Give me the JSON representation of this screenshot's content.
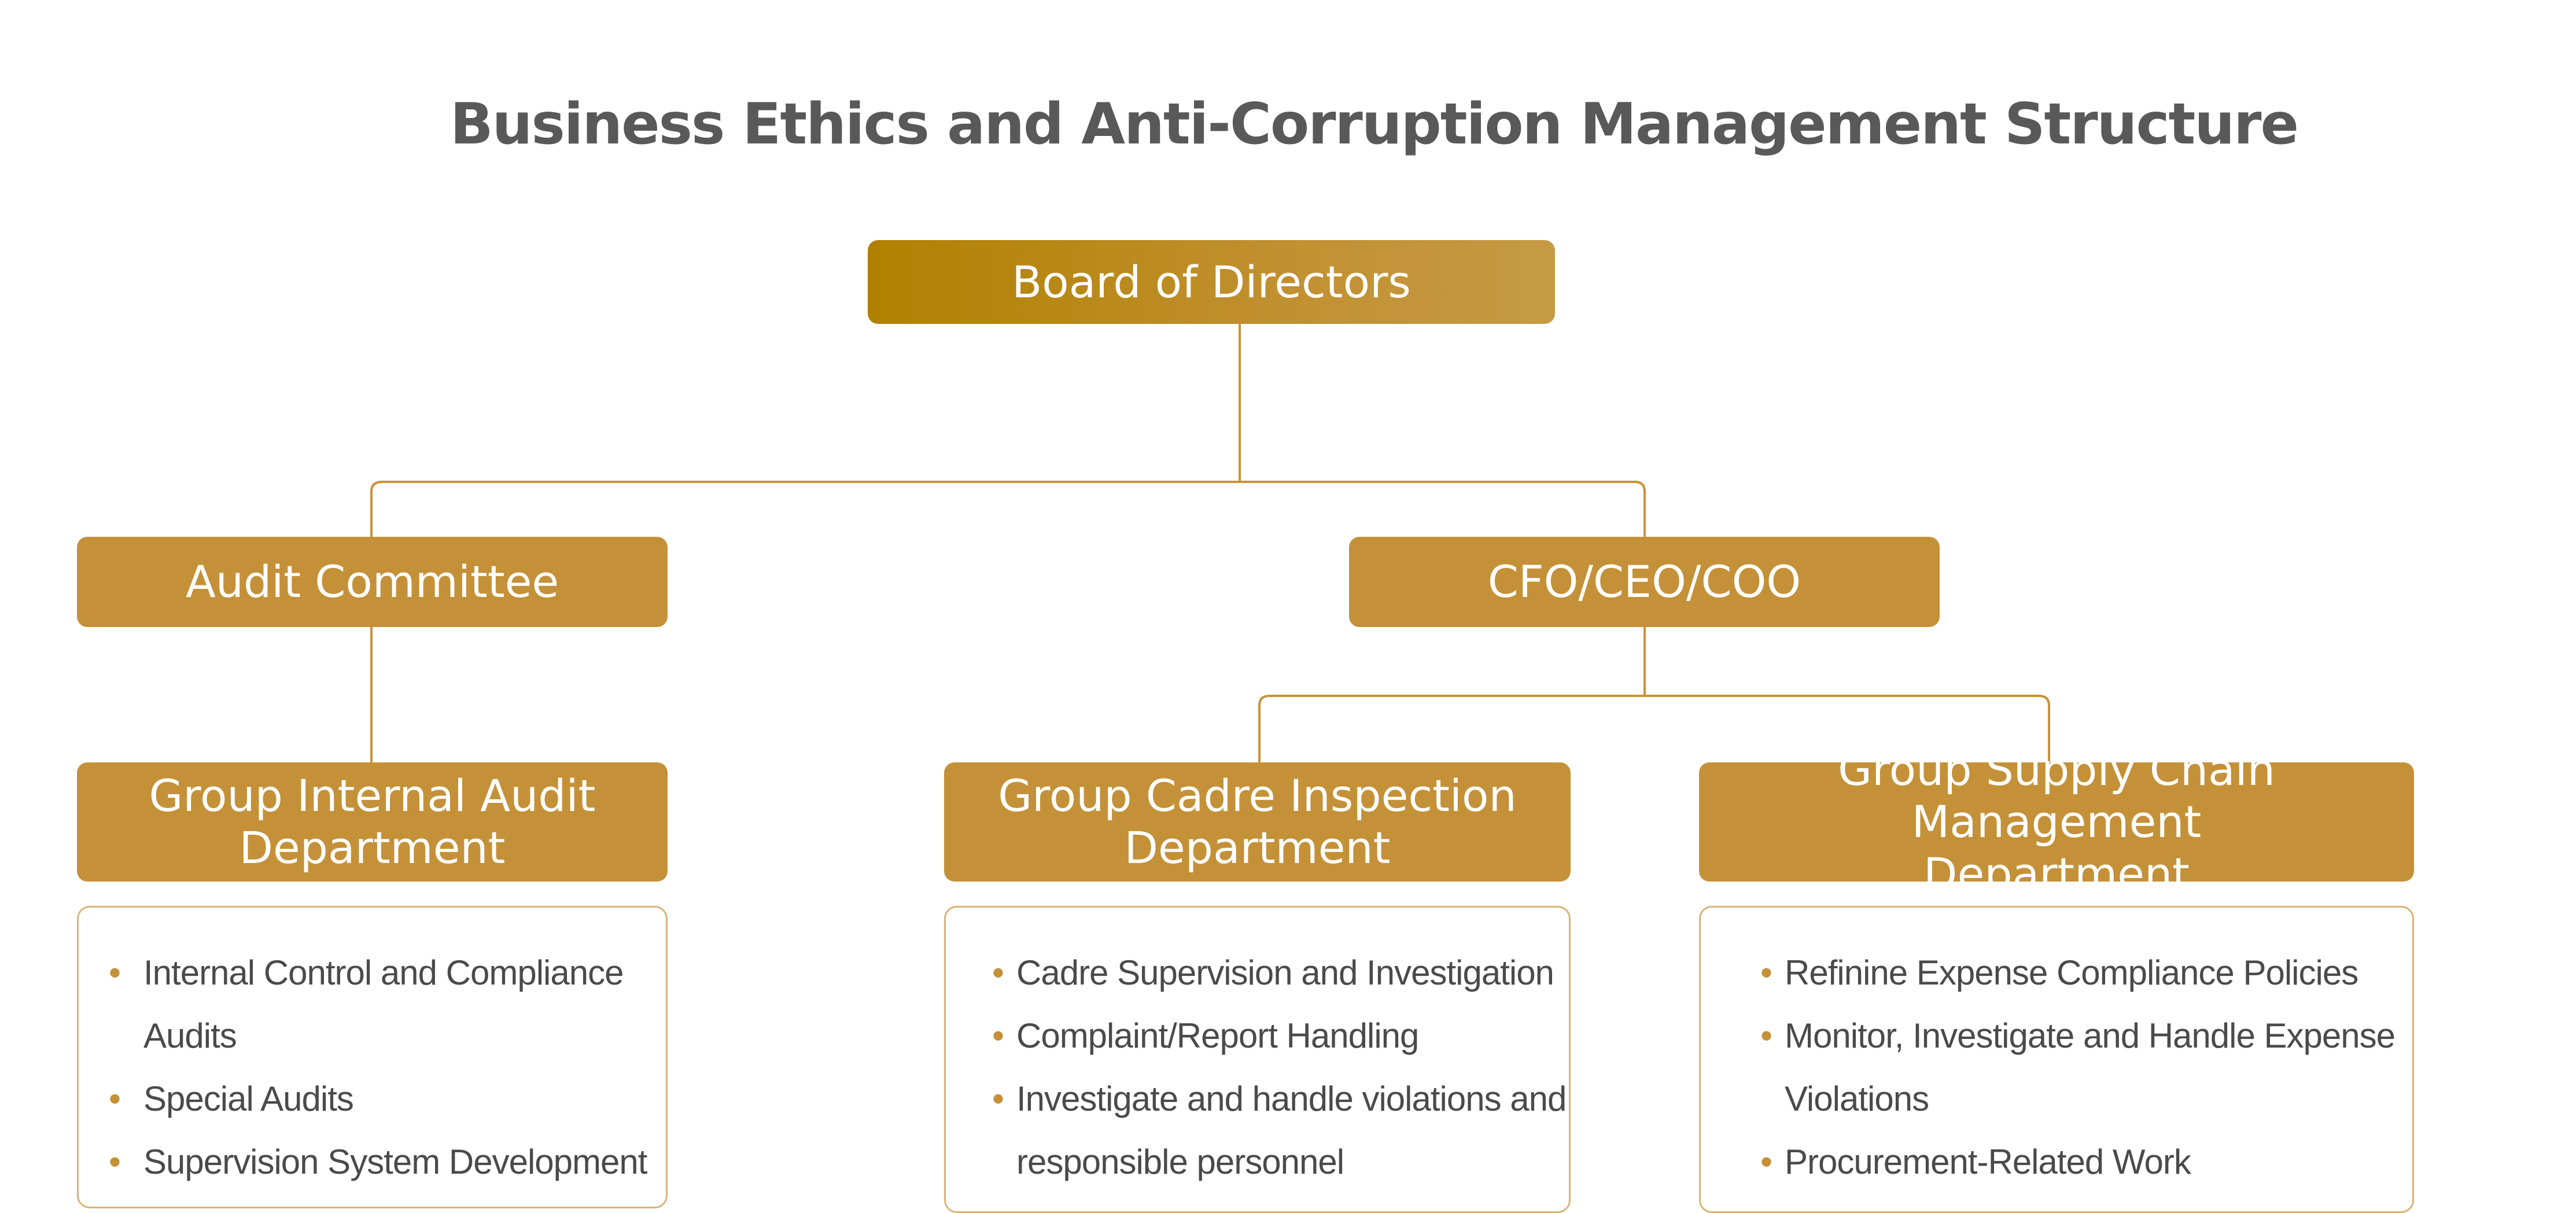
{
  "title": "Business Ethics and Anti-Corruption Management Structure",
  "nodes": {
    "board": "Board of Directors",
    "audit_committee": "Audit Committee",
    "executives": "CFO/CEO/COO",
    "internal_audit": "Group Internal Audit\nDepartment",
    "cadre_inspection": "Group Cadre Inspection\nDepartment",
    "supply_chain": "Group Supply Chain Management\nDepartment"
  },
  "duties": {
    "internal_audit": [
      "Internal Control and Compliance Audits",
      "Special Audits",
      "Supervision System Development"
    ],
    "cadre_inspection": [
      "Cadre Supervision and Investigation",
      "Complaint/Report Handling",
      "Investigate and handle violations and",
      "responsible personnel"
    ],
    "supply_chain": [
      "Refinine Expense Compliance Policies",
      "Monitor, Investigate and Handle Expense",
      "Violations",
      "Procurement-Related Work"
    ]
  },
  "colors": {
    "accent": "#c49138",
    "board_start": "#b08100",
    "line": "#c9923a",
    "title": "#595959",
    "text": "#4a4a4a"
  },
  "bullet_symbol": "•"
}
